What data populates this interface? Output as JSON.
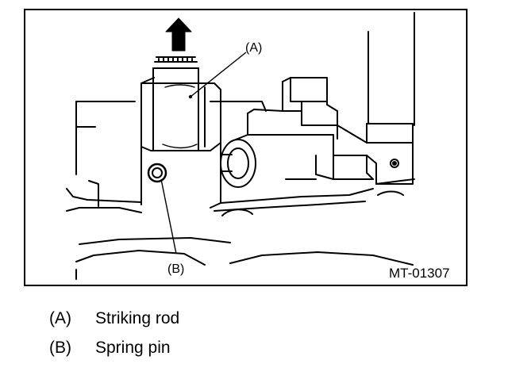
{
  "diagram": {
    "figure_id": "MT-01307",
    "callouts": {
      "a": "(A)",
      "b": "(B)"
    }
  },
  "legend": [
    {
      "key": "(A)",
      "label": "Striking rod"
    },
    {
      "key": "(B)",
      "label": "Spring pin"
    }
  ]
}
